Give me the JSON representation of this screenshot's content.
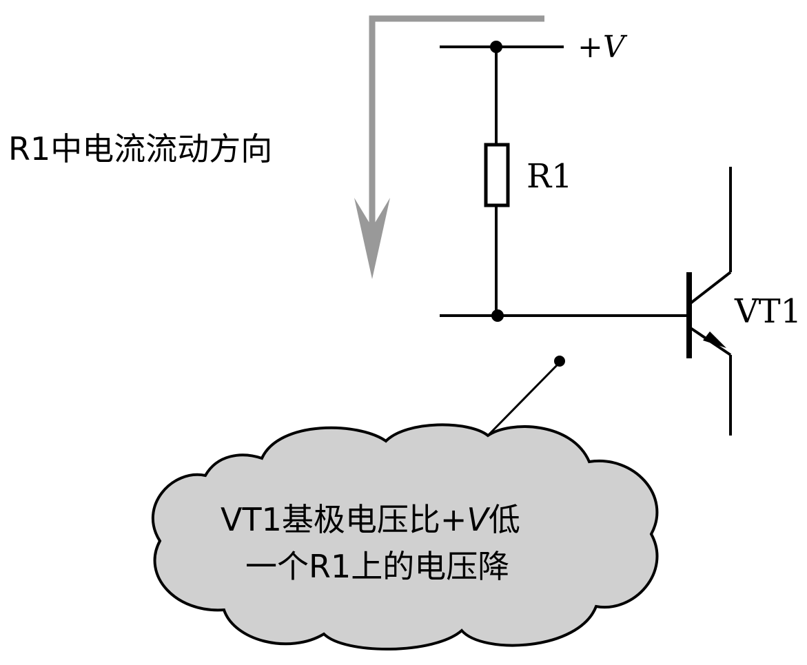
{
  "labels": {
    "supply_prefix": "+",
    "supply_var": "V",
    "resistor": "R1",
    "transistor": "VT1",
    "current_direction": "R1中电流流动方向",
    "cloud_line1_a": "VT1基极电压比+",
    "cloud_line1_var": "V",
    "cloud_line1_b": "低",
    "cloud_line2": "一个R1上的电压降"
  },
  "colors": {
    "wire": "#000000",
    "arrow": "#999999",
    "cloud_fill": "#d0d0d0",
    "background": "#ffffff"
  }
}
